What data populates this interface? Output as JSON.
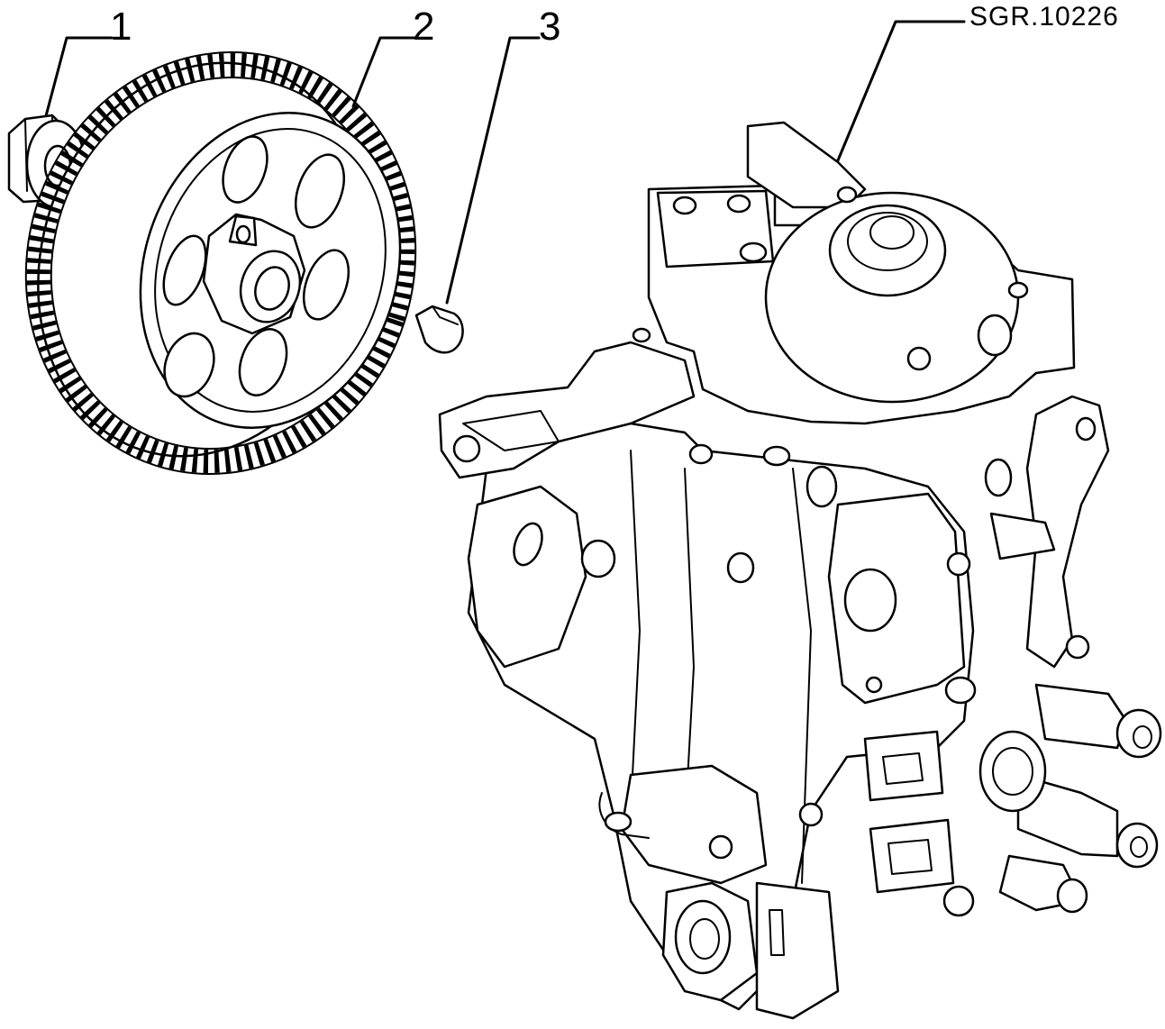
{
  "figure": {
    "reference_code": "SGR.10226",
    "callouts": [
      {
        "number": "1",
        "part": "nut-with-washer"
      },
      {
        "number": "2",
        "part": "drive-gear"
      },
      {
        "number": "3",
        "part": "woodruff-key"
      }
    ]
  },
  "colors": {
    "ink": "#000000",
    "paper": "#ffffff"
  }
}
